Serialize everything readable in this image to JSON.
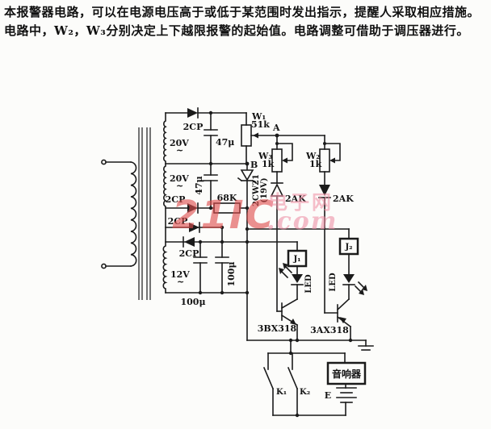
{
  "description": {
    "line1": "本报警器电路，可以在电源电压高于或低于某范围时发出指示，提醒人采取相应措施。",
    "line2": "电路中，W₂，W₃分别决定上下越限报警的起始值。电路调整可借助于调压器进行。"
  },
  "watermark": {
    "brand": "21IC",
    "tld": ".com",
    "site_name": "电子网"
  },
  "components": {
    "transformer": {
      "winding1": "20V",
      "winding2": "20V",
      "winding3": "12V",
      "ac_symbol": "~"
    },
    "diodes": {
      "d1": "2CP",
      "d2": "2CP",
      "d3": "2CP",
      "d4": "2CP",
      "left_2ak": "2AK",
      "right_2ak": "2AK"
    },
    "zener": {
      "name": "2CW21",
      "value": "(19V)"
    },
    "capacitors": {
      "c1": "47μ",
      "c2": "47μ",
      "c3": "100μ",
      "c4": "100μ"
    },
    "resistors": {
      "r1": "68K"
    },
    "pots": {
      "w1": "W₁",
      "w1_value": "51k",
      "w3": "W₃",
      "w3_value": "1k",
      "w2": "W₂",
      "w2_value": "1k"
    },
    "nodes": {
      "a": "A",
      "b": "B"
    },
    "relays": {
      "j1": "J₁",
      "j2": "J₂"
    },
    "leds": {
      "led1": "LED",
      "led2": "LED"
    },
    "transistors": {
      "q1": "3BX318",
      "q2": "3AX318"
    },
    "contacts": {
      "k1": "K₁",
      "k2": "K₂"
    },
    "battery": {
      "label": "E"
    },
    "sounder": {
      "label": "音响器"
    }
  }
}
